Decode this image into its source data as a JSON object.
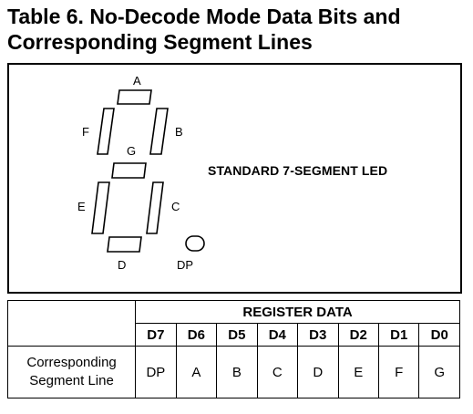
{
  "title": {
    "line1": "Table 6.  No-Decode Mode Data Bits and",
    "line2": "Corresponding Segment Lines"
  },
  "figure": {
    "caption": "STANDARD 7-SEGMENT LED",
    "segment_labels": {
      "a": "A",
      "b": "B",
      "c": "C",
      "d": "D",
      "e": "E",
      "f": "F",
      "g": "G",
      "dp": "DP"
    }
  },
  "table": {
    "group_header": "REGISTER DATA",
    "bits": [
      "D7",
      "D6",
      "D5",
      "D4",
      "D3",
      "D2",
      "D1",
      "D0"
    ],
    "row_label_line1": "Corresponding",
    "row_label_line2": "Segment Line",
    "segments": [
      "DP",
      "A",
      "B",
      "C",
      "D",
      "E",
      "F",
      "G"
    ]
  }
}
